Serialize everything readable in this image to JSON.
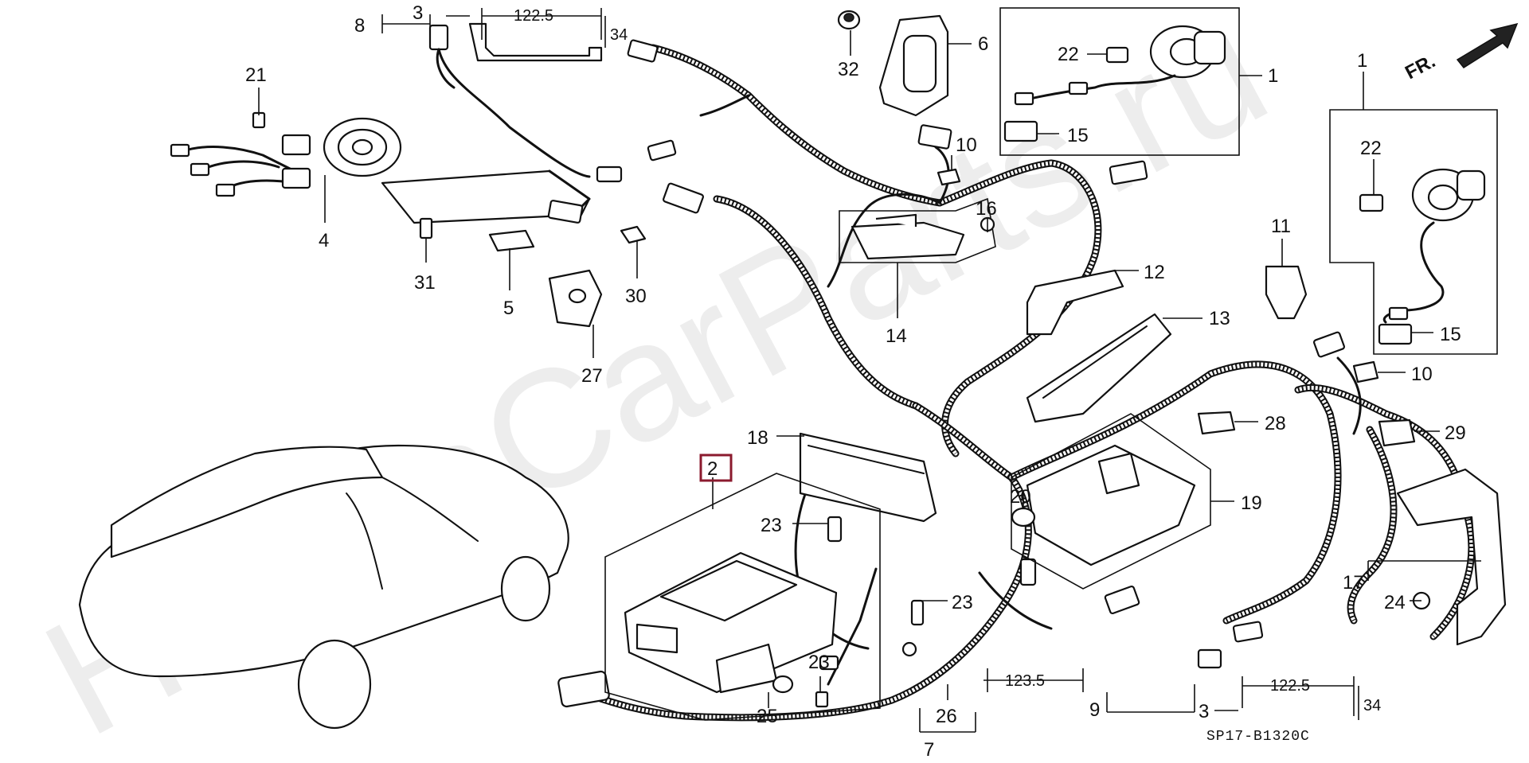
{
  "watermark": "HondaCarParts.ru",
  "diagram_code": "SP17-B1320C",
  "direction_label": "FR.",
  "highlighted_callout": "2",
  "colors": {
    "highlight": "#8b1a2e",
    "line": "#111111",
    "watermark": "#d8d8d8"
  },
  "callouts": {
    "c1a": "1",
    "c1b": "1",
    "c2": "2",
    "c3a": "3",
    "c3b": "3",
    "c4": "4",
    "c5": "5",
    "c6": "6",
    "c7": "7",
    "c8": "8",
    "c9": "9",
    "c10a": "10",
    "c10b": "10",
    "c11": "11",
    "c12": "12",
    "c13": "13",
    "c14": "14",
    "c15a": "15",
    "c15b": "15",
    "c16": "16",
    "c17": "17",
    "c18": "18",
    "c19": "19",
    "c20": "20",
    "c21": "21",
    "c22a": "22",
    "c22b": "22",
    "c23a": "23",
    "c23b": "23",
    "c23c": "23",
    "c24": "24",
    "c25": "25",
    "c26": "26",
    "c27": "27",
    "c28": "28",
    "c29": "29",
    "c30": "30",
    "c31": "31",
    "c32": "32"
  },
  "dimensions": {
    "top_len": "122.5",
    "top_h": "34",
    "mid_len": "123.5",
    "bot_len": "122.5",
    "bot_h": "34"
  }
}
